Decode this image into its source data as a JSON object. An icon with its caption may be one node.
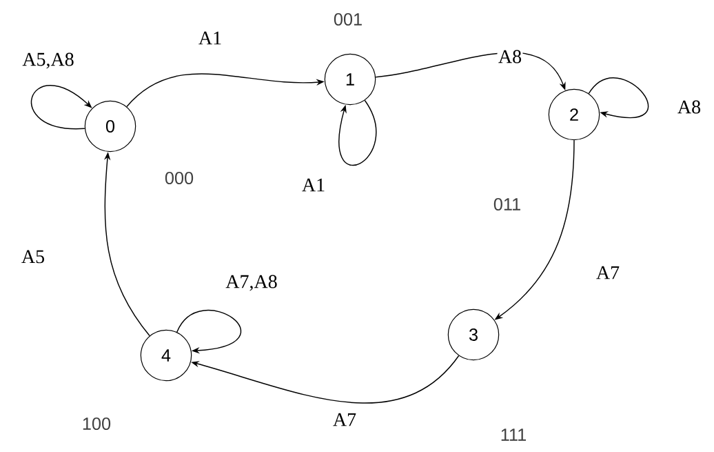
{
  "diagram": {
    "nodes": [
      {
        "text": [
          "0"
        ],
        "beside": [
          "000"
        ]
      },
      {
        "text": [
          "1"
        ],
        "beside": [
          "001"
        ]
      },
      {
        "text": [
          "2"
        ],
        "beside": [
          "011"
        ]
      },
      {
        "text": [
          "3"
        ],
        "beside": [
          "111"
        ]
      },
      {
        "text": [
          "4"
        ],
        "beside": [
          "100"
        ]
      }
    ],
    "edges": [
      {
        "from": 0,
        "to": 1,
        "arrow": "to",
        "label": "A1"
      },
      {
        "from": 0,
        "to": 0,
        "arrow": "to",
        "label": "A5,A8"
      },
      {
        "from": 1,
        "to": 2,
        "arrow": "to",
        "label": "A8"
      },
      {
        "from": 1,
        "to": 1,
        "arrow": "to",
        "label": "A1"
      },
      {
        "from": 2,
        "to": 2,
        "arrow": "to",
        "label": "A8"
      },
      {
        "from": 2,
        "to": 3,
        "arrow": "to",
        "label": "A7"
      },
      {
        "from": 3,
        "to": 4,
        "arrow": "to",
        "label": "A7"
      },
      {
        "from": 4,
        "to": 4,
        "arrow": "to",
        "label": "A7,A8"
      },
      {
        "from": 4,
        "to": 0,
        "arrow": "to",
        "label": "A5"
      }
    ]
  }
}
